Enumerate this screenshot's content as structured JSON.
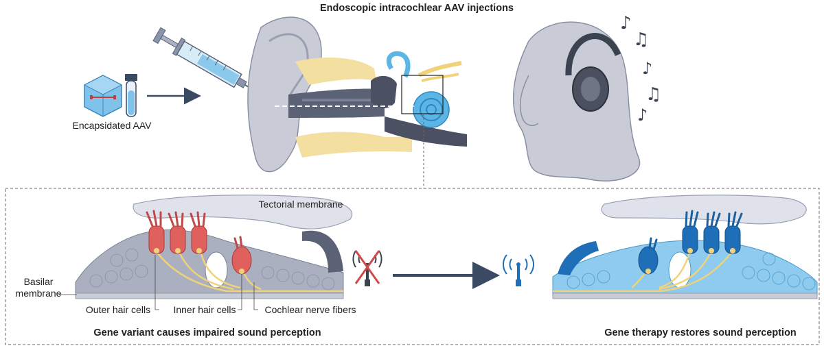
{
  "title": "Endoscopic intracochlear AAV injections",
  "labels": {
    "aav": "Encapsidated AAV",
    "tectorial": "Tectorial membrane",
    "basilar_line1": "Basilar",
    "basilar_line2": "membrane",
    "outer_hair": "Outer hair cells",
    "inner_hair": "Inner hair cells",
    "nerve": "Cochlear nerve fibers"
  },
  "captions": {
    "left": "Gene variant causes impaired sound perception",
    "right": "Gene therapy restores sound perception"
  },
  "colors": {
    "ear_grey": "#c9ccd6",
    "ear_dark": "#5b6275",
    "yellow": "#f3dfa0",
    "cochlea_blue": "#5bb6e6",
    "hair_red": "#e0605e",
    "hair_blue": "#1f6fb8",
    "arrow_navy": "#3b4a63"
  },
  "icons": [
    "syringe-icon",
    "aav-capsid-icon",
    "vial-icon",
    "music-note-icon",
    "headphones-icon",
    "no-signal-icon",
    "signal-icon"
  ]
}
